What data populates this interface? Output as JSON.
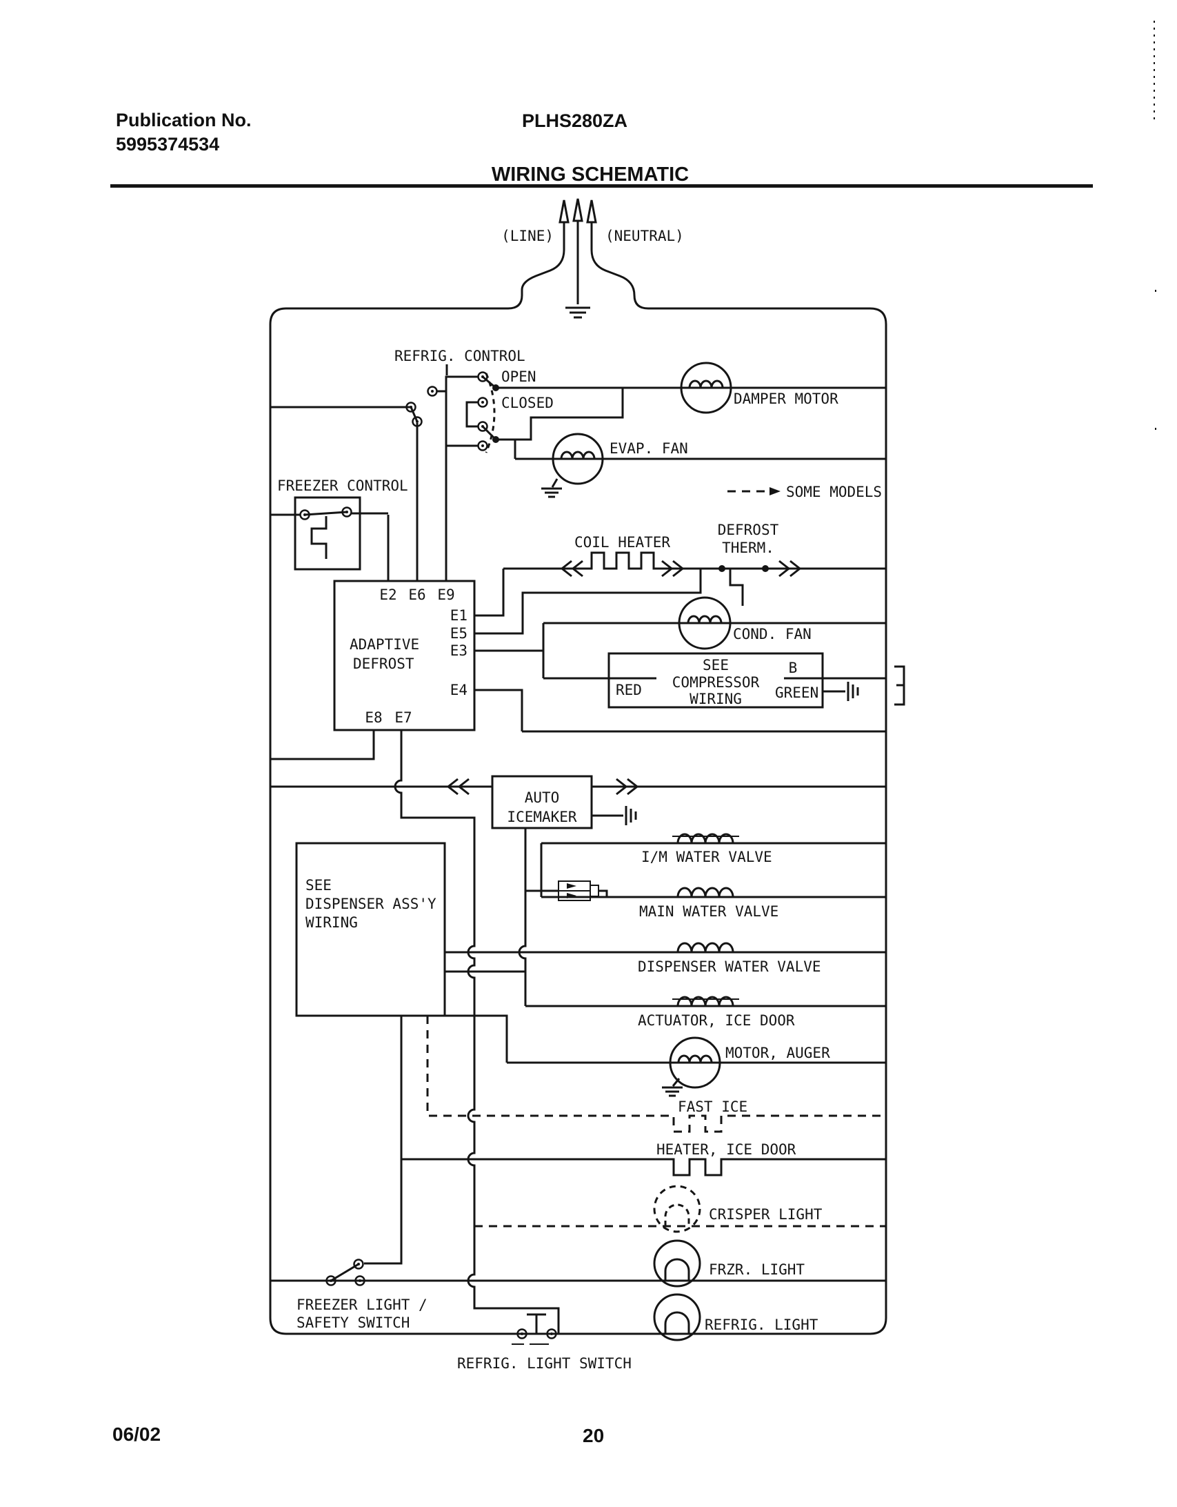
{
  "header": {
    "publication_label": "Publication No.",
    "publication_number": "5995374534",
    "model": "PLHS280ZA",
    "title": "WIRING SCHEMATIC"
  },
  "schematic": {
    "supply": {
      "line": "(LINE)",
      "neutral": "(NEUTRAL)"
    },
    "legend": {
      "some_models": "SOME MODELS"
    },
    "refrig_control": {
      "label": "REFRIG. CONTROL",
      "open": "OPEN",
      "closed": "CLOSED"
    },
    "freezer_control": {
      "label": "FREEZER CONTROL"
    },
    "adaptive_defrost": {
      "line1": "ADAPTIVE",
      "line2": "DEFROST",
      "pins": {
        "e2": "E2",
        "e6": "E6",
        "e9": "E9",
        "e1": "E1",
        "e5": "E5",
        "e3": "E3",
        "e4": "E4",
        "e8": "E8",
        "e7": "E7"
      }
    },
    "heater": {
      "coil_heater": "COIL HEATER",
      "therm1": "DEFROST",
      "therm2": "THERM."
    },
    "motors": {
      "damper": "DAMPER MOTOR",
      "evap_fan": "EVAP. FAN",
      "cond_fan": "COND. FAN",
      "auger": "MOTOR, AUGER"
    },
    "compressor": {
      "line1": "SEE",
      "line2": "COMPRESSOR",
      "line3": "WIRING",
      "red": "RED",
      "b": "B",
      "green": "GREEN"
    },
    "icemaker": {
      "line1": "AUTO",
      "line2": "ICEMAKER"
    },
    "dispenser": {
      "line1": "SEE",
      "line2": "DISPENSER ASS'Y",
      "line3": "WIRING"
    },
    "valves": {
      "im": "I/M WATER VALVE",
      "main": "MAIN WATER VALVE",
      "dispenser": "DISPENSER WATER VALVE",
      "actuator": "ACTUATOR, ICE DOOR"
    },
    "ice_door": {
      "fast_ice": "FAST ICE",
      "heater": "HEATER, ICE DOOR"
    },
    "lights": {
      "crisper": "CRISPER LIGHT",
      "freezer": "FRZR. LIGHT",
      "refrig": "REFRIG. LIGHT",
      "freezer_switch1": "FREEZER LIGHT /",
      "freezer_switch2": "SAFETY SWITCH",
      "refrig_switch": "REFRIG. LIGHT SWITCH"
    }
  },
  "footer": {
    "date": "06/02",
    "page": "20"
  }
}
